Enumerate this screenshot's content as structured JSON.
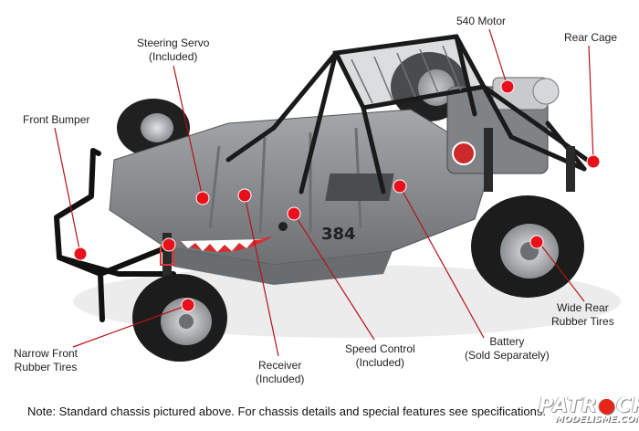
{
  "labels": {
    "motor": "540 Motor",
    "rear_cage": "Rear Cage",
    "steering_servo_1": "Steering Servo",
    "steering_servo_2": "(Included)",
    "front_bumper": "Front Bumper",
    "wide_rear_1": "Wide Rear",
    "wide_rear_2": "Rubber Tires",
    "battery_1": "Battery",
    "battery_2": "(Sold Separately)",
    "speed_control_1": "Speed Control",
    "speed_control_2": "(Included)",
    "receiver_1": "Receiver",
    "receiver_2": "(Included)",
    "narrow_front_1": "Narrow Front",
    "narrow_front_2": "Rubber Tires"
  },
  "chassis_decal": "384",
  "note": "Note: Standard chassis pictured above. For chassis details and special features see specifications.",
  "logo": {
    "main_a": "PATR",
    "main_b": "CK",
    "sub": "MODELISME.COM"
  },
  "colors": {
    "marker": "#e8101a",
    "chassis": "#8a8d90",
    "frame": "#1a1a1a",
    "tire": "#1c1c1c",
    "hub": "#b7babd"
  }
}
